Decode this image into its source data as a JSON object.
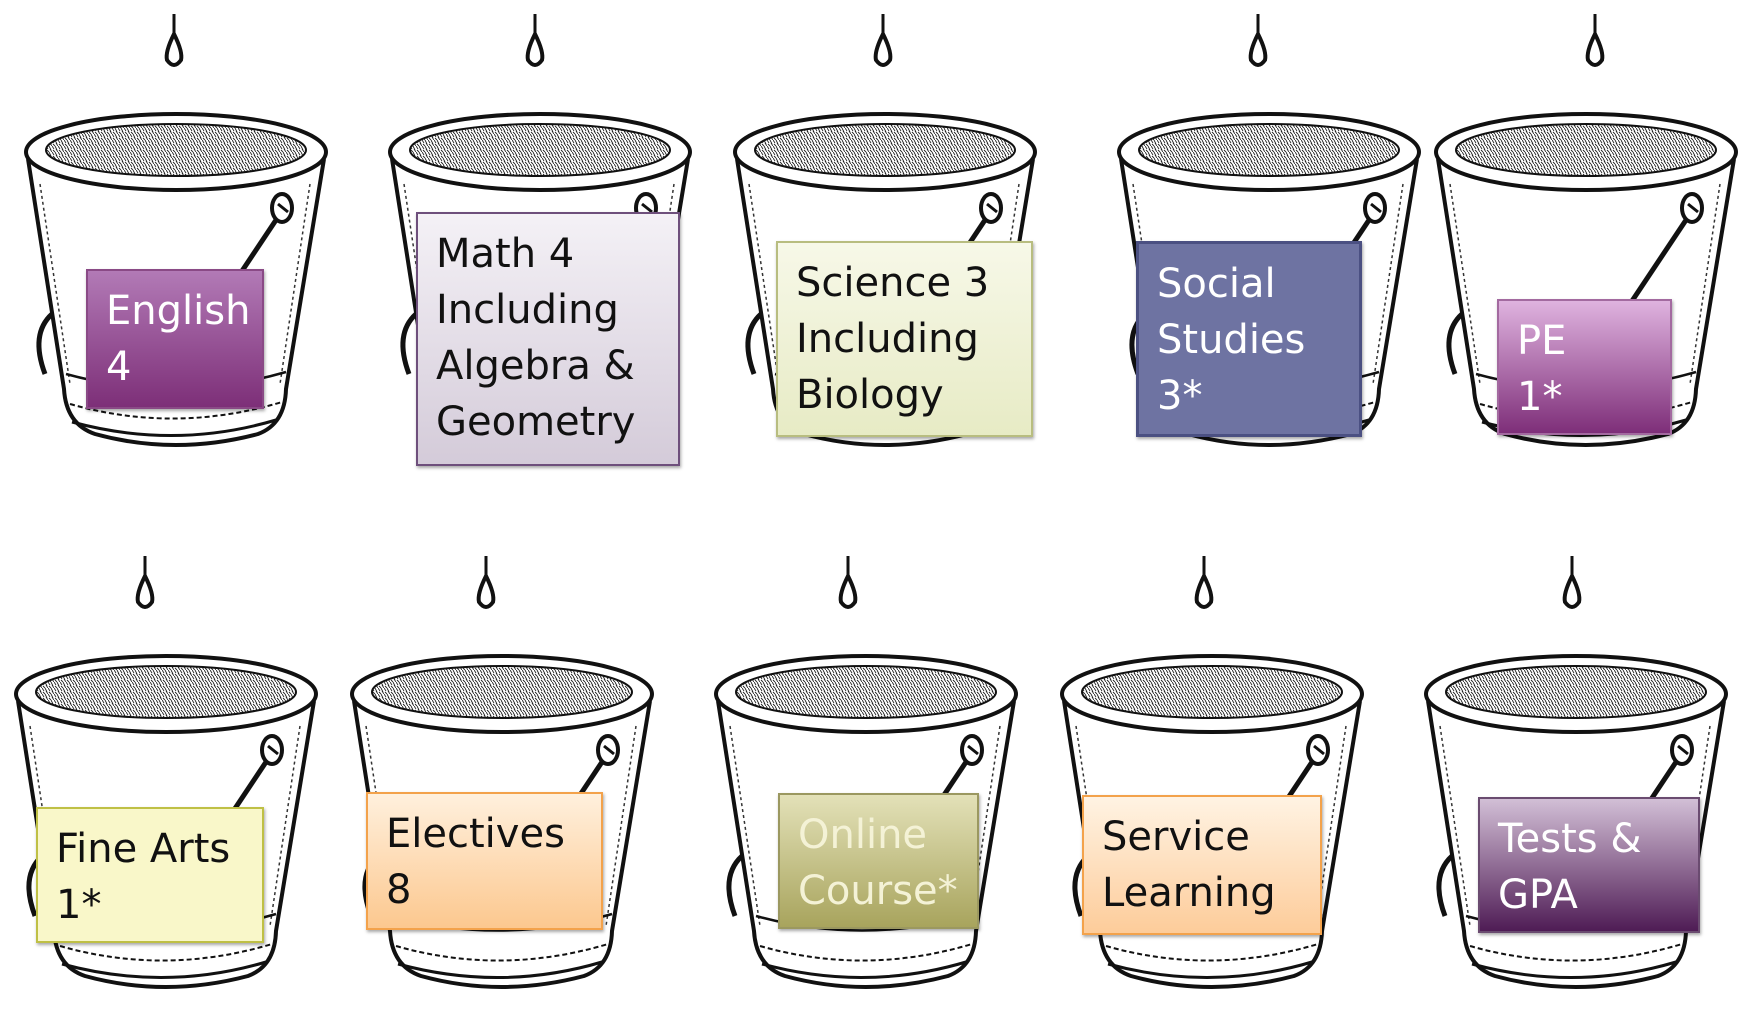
{
  "buckets": [
    {
      "id": "english",
      "label": "English\n4"
    },
    {
      "id": "math",
      "label": "Math 4\nIncluding\nAlgebra &\nGeometry"
    },
    {
      "id": "science",
      "label": "Science 3\nIncluding\nBiology"
    },
    {
      "id": "social",
      "label": "Social\nStudies\n3*"
    },
    {
      "id": "pe",
      "label": "PE\n1*"
    },
    {
      "id": "finearts",
      "label": "Fine Arts\n1*"
    },
    {
      "id": "electives",
      "label": "Electives\n8"
    },
    {
      "id": "online",
      "label": "Online\nCourse*"
    },
    {
      "id": "service",
      "label": "Service\nLearning"
    },
    {
      "id": "tests",
      "label": "Tests &\nGPA"
    }
  ]
}
